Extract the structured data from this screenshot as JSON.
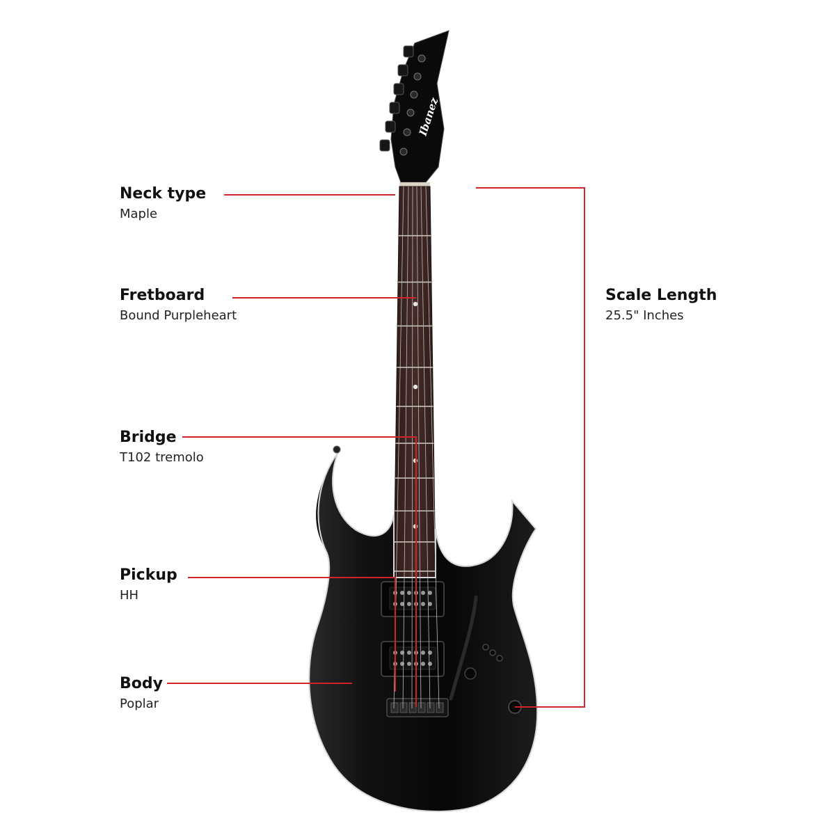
{
  "colors": {
    "background": "#ffffff",
    "callout_line": "#d0232a",
    "body_finish": "#0c0c0c",
    "fretboard": "#3a2422"
  },
  "headstock": {
    "brand": "Ibanez"
  },
  "specs": [
    {
      "id": "neck",
      "title": "Neck type",
      "value": "Maple"
    },
    {
      "id": "fretboard",
      "title": "Fretboard",
      "value": "Bound Purpleheart"
    },
    {
      "id": "bridge",
      "title": "Bridge",
      "value": "T102 tremolo"
    },
    {
      "id": "pickup",
      "title": "Pickup",
      "value": "HH"
    },
    {
      "id": "body",
      "title": "Body",
      "value": "Poplar"
    },
    {
      "id": "scale",
      "title": "Scale Length",
      "value": "25.5\" Inches"
    }
  ]
}
